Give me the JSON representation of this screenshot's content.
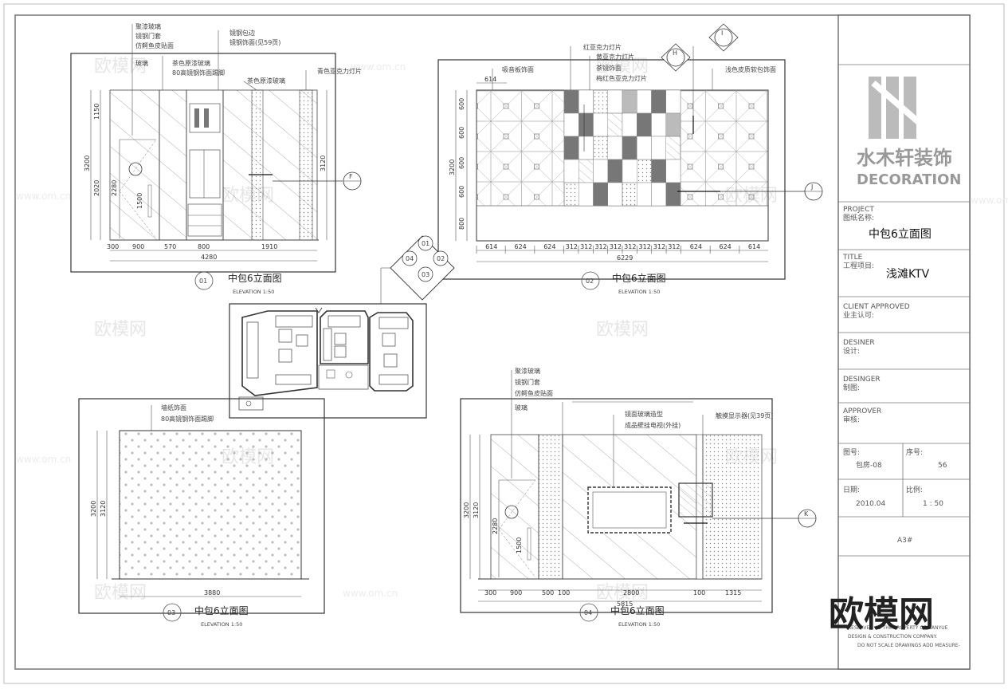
{
  "colors": {
    "line": "#333333",
    "mid": "#888888",
    "light": "#bbbbbb",
    "dark": "#555555"
  },
  "elevations": [
    {
      "id": "01",
      "title": "中包6立面图",
      "scale": "ELEVATION 1:50",
      "callouts": [
        "聚漆玻璃",
        "镜钢门套",
        "仿鳄鱼皮贴面",
        "玻璃",
        "茶色原漆玻璃",
        "80高镜钢饰面踢脚",
        "镜钢包边",
        "镜钢饰面(见59页)",
        "茶色原漆玻璃",
        "青色亚克力灯片"
      ],
      "dims_bottom": [
        "300",
        "900",
        "570",
        "800",
        "1910"
      ],
      "dim_total": "4280",
      "dims_left": [
        "1150",
        "2020",
        "3200"
      ],
      "dim_right": "3120",
      "inner_dims": [
        "2280",
        "1500"
      ],
      "marker": "F"
    },
    {
      "id": "02",
      "title": "中包6立面图",
      "scale": "ELEVATION 1:50",
      "callouts": [
        "吸音板饰面",
        "红亚克力灯片",
        "黄亚克力灯片",
        "茶镜饰面",
        "梅红色亚克力灯片",
        "浅色皮质软包饰面"
      ],
      "dims_bottom": [
        "614",
        "624",
        "624",
        "312",
        "312",
        "312",
        "312",
        "312",
        "312",
        "312",
        "312",
        "624",
        "624",
        "614"
      ],
      "dim_total": "6229",
      "dims_left": [
        "600",
        "600",
        "600",
        "600",
        "800",
        "3200"
      ],
      "dim_top": "614",
      "markers": [
        "H",
        "I",
        "J"
      ]
    },
    {
      "id": "03",
      "title": "中包6立面图",
      "scale": "ELEVATION 1:50",
      "callouts": [
        "墙纸饰面",
        "80高镜钢饰面踢脚"
      ],
      "dim_total": "3880",
      "dims_left": [
        "3200",
        "3120"
      ]
    },
    {
      "id": "04",
      "title": "中包6立面图",
      "scale": "ELEVATION 1:50",
      "callouts": [
        "聚漆玻璃",
        "镜钢门套",
        "仿鳄鱼皮贴面",
        "玻璃",
        "镜面玻璃造型",
        "触摸显示器(见39页)",
        "成品壁挂电视(外挂)"
      ],
      "dims_bottom": [
        "300",
        "900",
        "500",
        "100",
        "2800",
        "100",
        "1315"
      ],
      "dim_total": "5815",
      "dims_left": [
        "3200",
        "3120"
      ],
      "inner_dims": [
        "2280",
        "1500"
      ],
      "marker": "K"
    }
  ],
  "index_marker": [
    "01",
    "02",
    "03",
    "04"
  ],
  "title_block": {
    "logo_cn": "水木轩装饰",
    "logo_en": "DECORATION",
    "project_label_en": "PROJECT",
    "project_label_cn": "图纸名称:",
    "project_value": "中包6立面图",
    "title_label_en": "TITLE",
    "title_label_cn": "工程项目:",
    "title_value": "浅滩KTV",
    "client_label_en": "CLIENT APPROVED",
    "client_label_cn": "业主认可:",
    "designer_label_en": "DESINER",
    "designer_label_cn": "设计:",
    "drafter_label_en": "DESINGER",
    "drafter_label_cn": "制图:",
    "approver_label_en": "APPROVER",
    "approver_label_cn": "审核:",
    "drawing_no_label": "图号:",
    "drawing_no": "包房-08",
    "seq_label": "序号:",
    "seq": "56",
    "date_label": "日期:",
    "date": "2010.04",
    "scale_label": "比例:",
    "scale": "1 : 50",
    "paper": "A3#",
    "notes": [
      "RESERVED AS THE PROPERTY OF NANYUE",
      "DESIGN & CONSTRUCTION COMPANY.",
      "DO NOT SCALE DRAWINGS ADD MEASURE-"
    ]
  },
  "watermark": {
    "brand": "欧模网",
    "url": "www.om.cn",
    "logo": "欧模网"
  }
}
